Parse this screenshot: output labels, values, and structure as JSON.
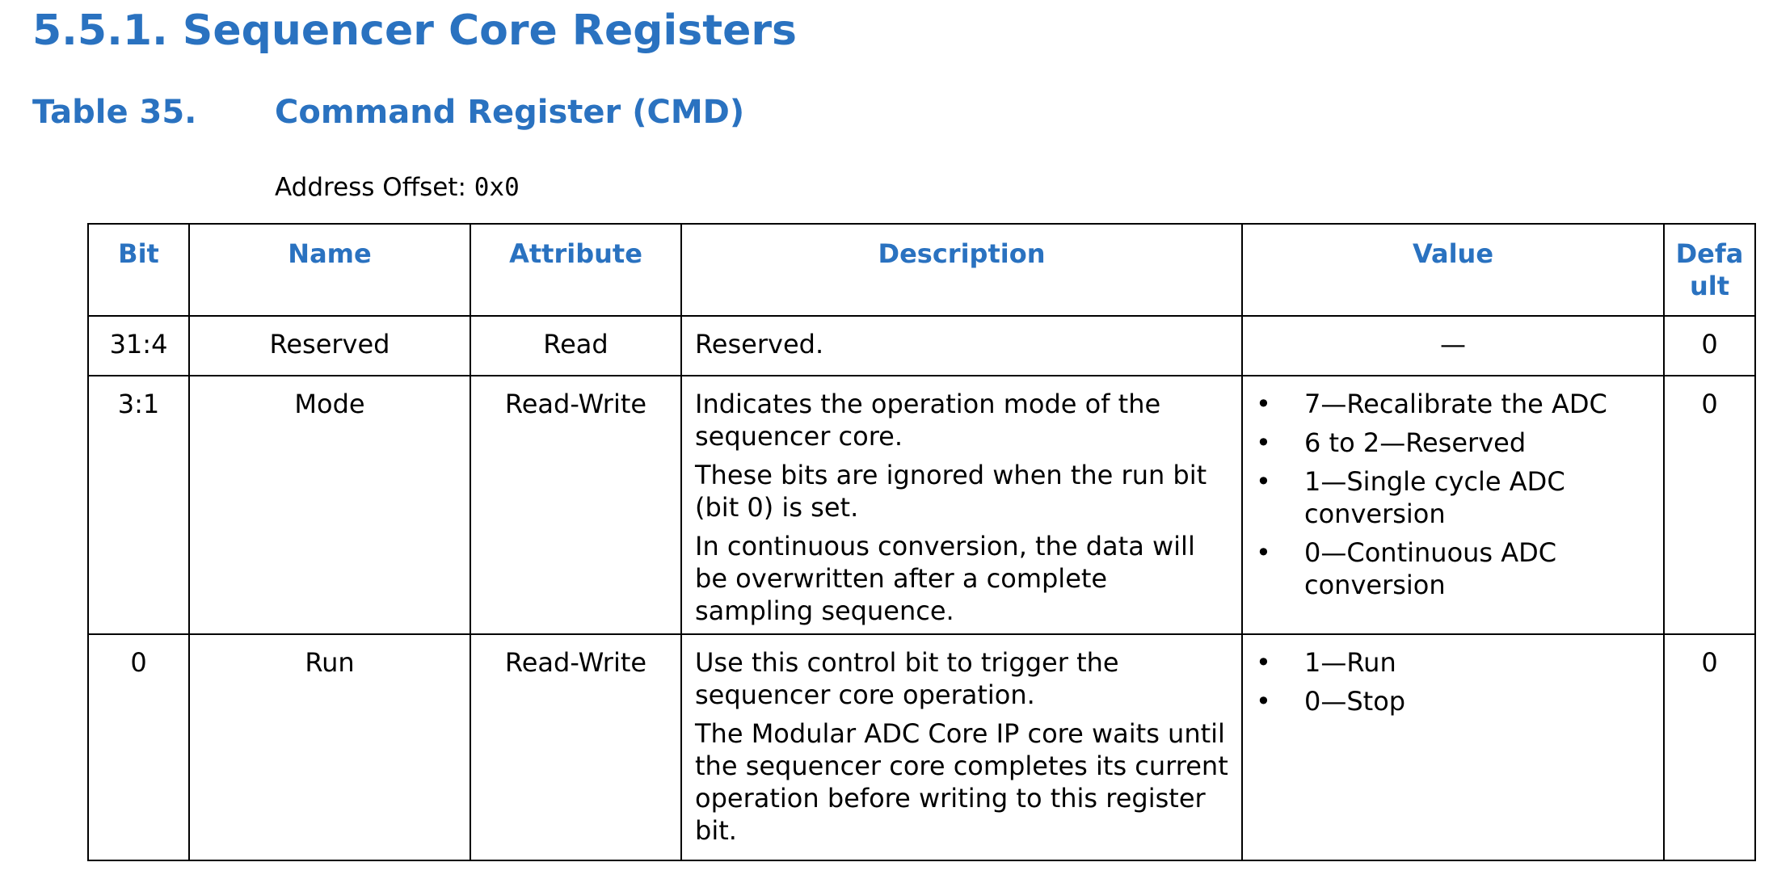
{
  "section_title": "5.5.1. Sequencer Core Registers",
  "table_caption": {
    "number": "Table 35.",
    "title": "Command Register (CMD)"
  },
  "address_offset": {
    "label": "Address Offset:",
    "value": "0x0"
  },
  "table": {
    "headers": [
      "Bit",
      "Name",
      "Attribute",
      "Description",
      "Value",
      "Default"
    ],
    "rows": [
      {
        "bit": "31:4",
        "name": "Reserved",
        "attribute": "Read",
        "description": [
          "Reserved."
        ],
        "value_plain": "—",
        "default": "0"
      },
      {
        "bit": "3:1",
        "name": "Mode",
        "attribute": "Read-Write",
        "description": [
          "Indicates the operation mode of the sequencer core.",
          "These bits are ignored when the run bit (bit 0) is set.",
          "In continuous conversion, the data will be overwritten after a complete sampling sequence."
        ],
        "values": [
          "7—Recalibrate the ADC",
          "6 to 2—Reserved",
          "1—Single cycle ADC conversion",
          "0—Continuous ADC conversion"
        ],
        "default": "0"
      },
      {
        "bit": "0",
        "name": "Run",
        "attribute": "Read-Write",
        "description": [
          "Use this control bit to trigger the sequencer core operation.",
          "The Modular ADC Core IP core waits until the sequencer core completes its current operation before writing to this register bit."
        ],
        "values": [
          "1—Run",
          "0—Stop"
        ],
        "default": "0"
      }
    ]
  },
  "bullet_glyph": "•",
  "colors": {
    "heading": "#2a72c0",
    "text": "#000000",
    "border": "#000000"
  }
}
